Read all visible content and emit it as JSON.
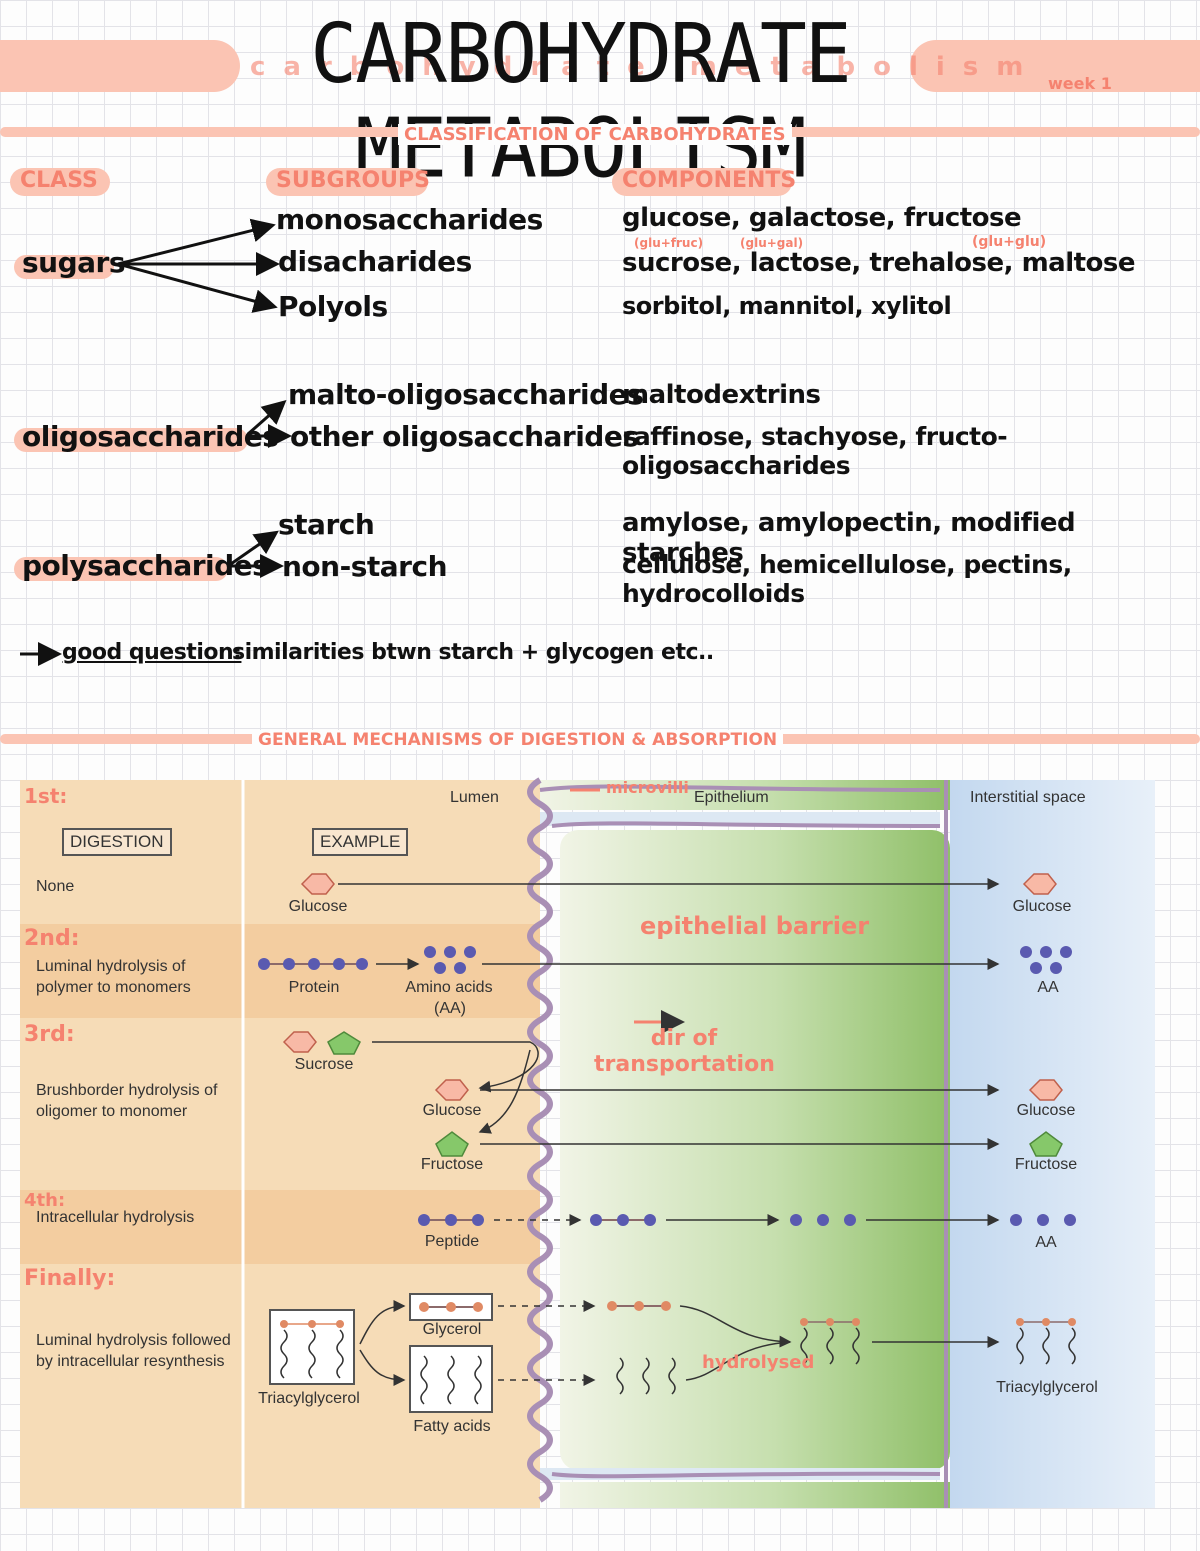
{
  "header": {
    "title": "CARBOHYDRATE METABOLISM",
    "subtitle_ghost": "carbohydrate metabolism",
    "week": "week 1"
  },
  "section1": {
    "title": "CLASSIFICATION OF CARBOHYDRATES",
    "headers": {
      "class": "CLASS",
      "subgroups": "SUBGROUPS",
      "components": "COMPONENTS"
    },
    "sugars": {
      "class": "sugars",
      "subgroups": [
        "monosaccharides",
        "disacharides",
        "Polyols"
      ],
      "components": [
        "glucose, galactose, fructose",
        "sucrose, lactose, trehalose, maltose",
        "sorbitol, mannitol, xylitol"
      ],
      "annotations": [
        "(glu+fruc)",
        "(glu+gal)",
        "(glu+glu)"
      ]
    },
    "oligosaccharides": {
      "class": "oligosaccharides",
      "subgroups": [
        "malto-oligosaccharides",
        "other oligosaccharides"
      ],
      "components": [
        "maltodextrins",
        "raffinose, stachyose, fructo-oligosaccharides"
      ]
    },
    "polysaccharides": {
      "class": "polysaccharides",
      "subgroups": [
        "starch",
        "non-starch"
      ],
      "components": [
        "amylose, amylopectin, modified starches",
        "cellulose, hemicellulose, pectins, hydrocolloids"
      ]
    },
    "good_question_label": "good question:",
    "good_question_text": "similarities btwn starch + glycogen etc.."
  },
  "section2": {
    "title": "GENERAL MECHANISMS OF DIGESTION & ABSORPTION",
    "regions": {
      "lumen": "Lumen",
      "epithelium": "Epithelium",
      "interstitial": "Interstitial space"
    },
    "headers": {
      "digestion": "DIGESTION",
      "example": "EXAMPLE"
    },
    "rows": [
      {
        "num": "1st:",
        "mechanism": "None",
        "examples": [
          "Glucose"
        ],
        "out": "Glucose"
      },
      {
        "num": "2nd:",
        "mechanism": "Luminal hydrolysis of polymer to monomers",
        "examples": [
          "Protein",
          "Amino acids",
          "(AA)"
        ],
        "out": "AA"
      },
      {
        "num": "3rd:",
        "mechanism": "Brushborder hydrolysis of oligomer to monomer",
        "examples": [
          "Sucrose",
          "Glucose",
          "Fructose"
        ],
        "out": [
          "Glucose",
          "Fructose"
        ]
      },
      {
        "num": "4th:",
        "mechanism": "Intracellular hydrolysis",
        "examples": [
          "Peptide"
        ],
        "out": "AA"
      },
      {
        "num": "Finally:",
        "mechanism": "Luminal hydrolysis followed by intracellular resynthesis",
        "examples": [
          "Triacylglycerol",
          "Glycerol",
          "Fatty acids"
        ],
        "out": "Triacylglycerol"
      }
    ],
    "notes": {
      "microvilli": "microvilli",
      "barrier": "epithelial barrier",
      "direction": "dir of transportation",
      "hydrolysed": "hydrolysed"
    }
  },
  "colors": {
    "highlight": "#fbc4b3",
    "pink_ink": "#f5826f",
    "lumen_bg": "#f6dcb7",
    "epithelium_green": "#8fbf68",
    "interstitial_blue": "#c9dcf1",
    "glucose": "#f8b9a6",
    "fructose": "#86c86a",
    "amino_acid": "#5a5ab0",
    "glycerol": "#e08a64"
  }
}
